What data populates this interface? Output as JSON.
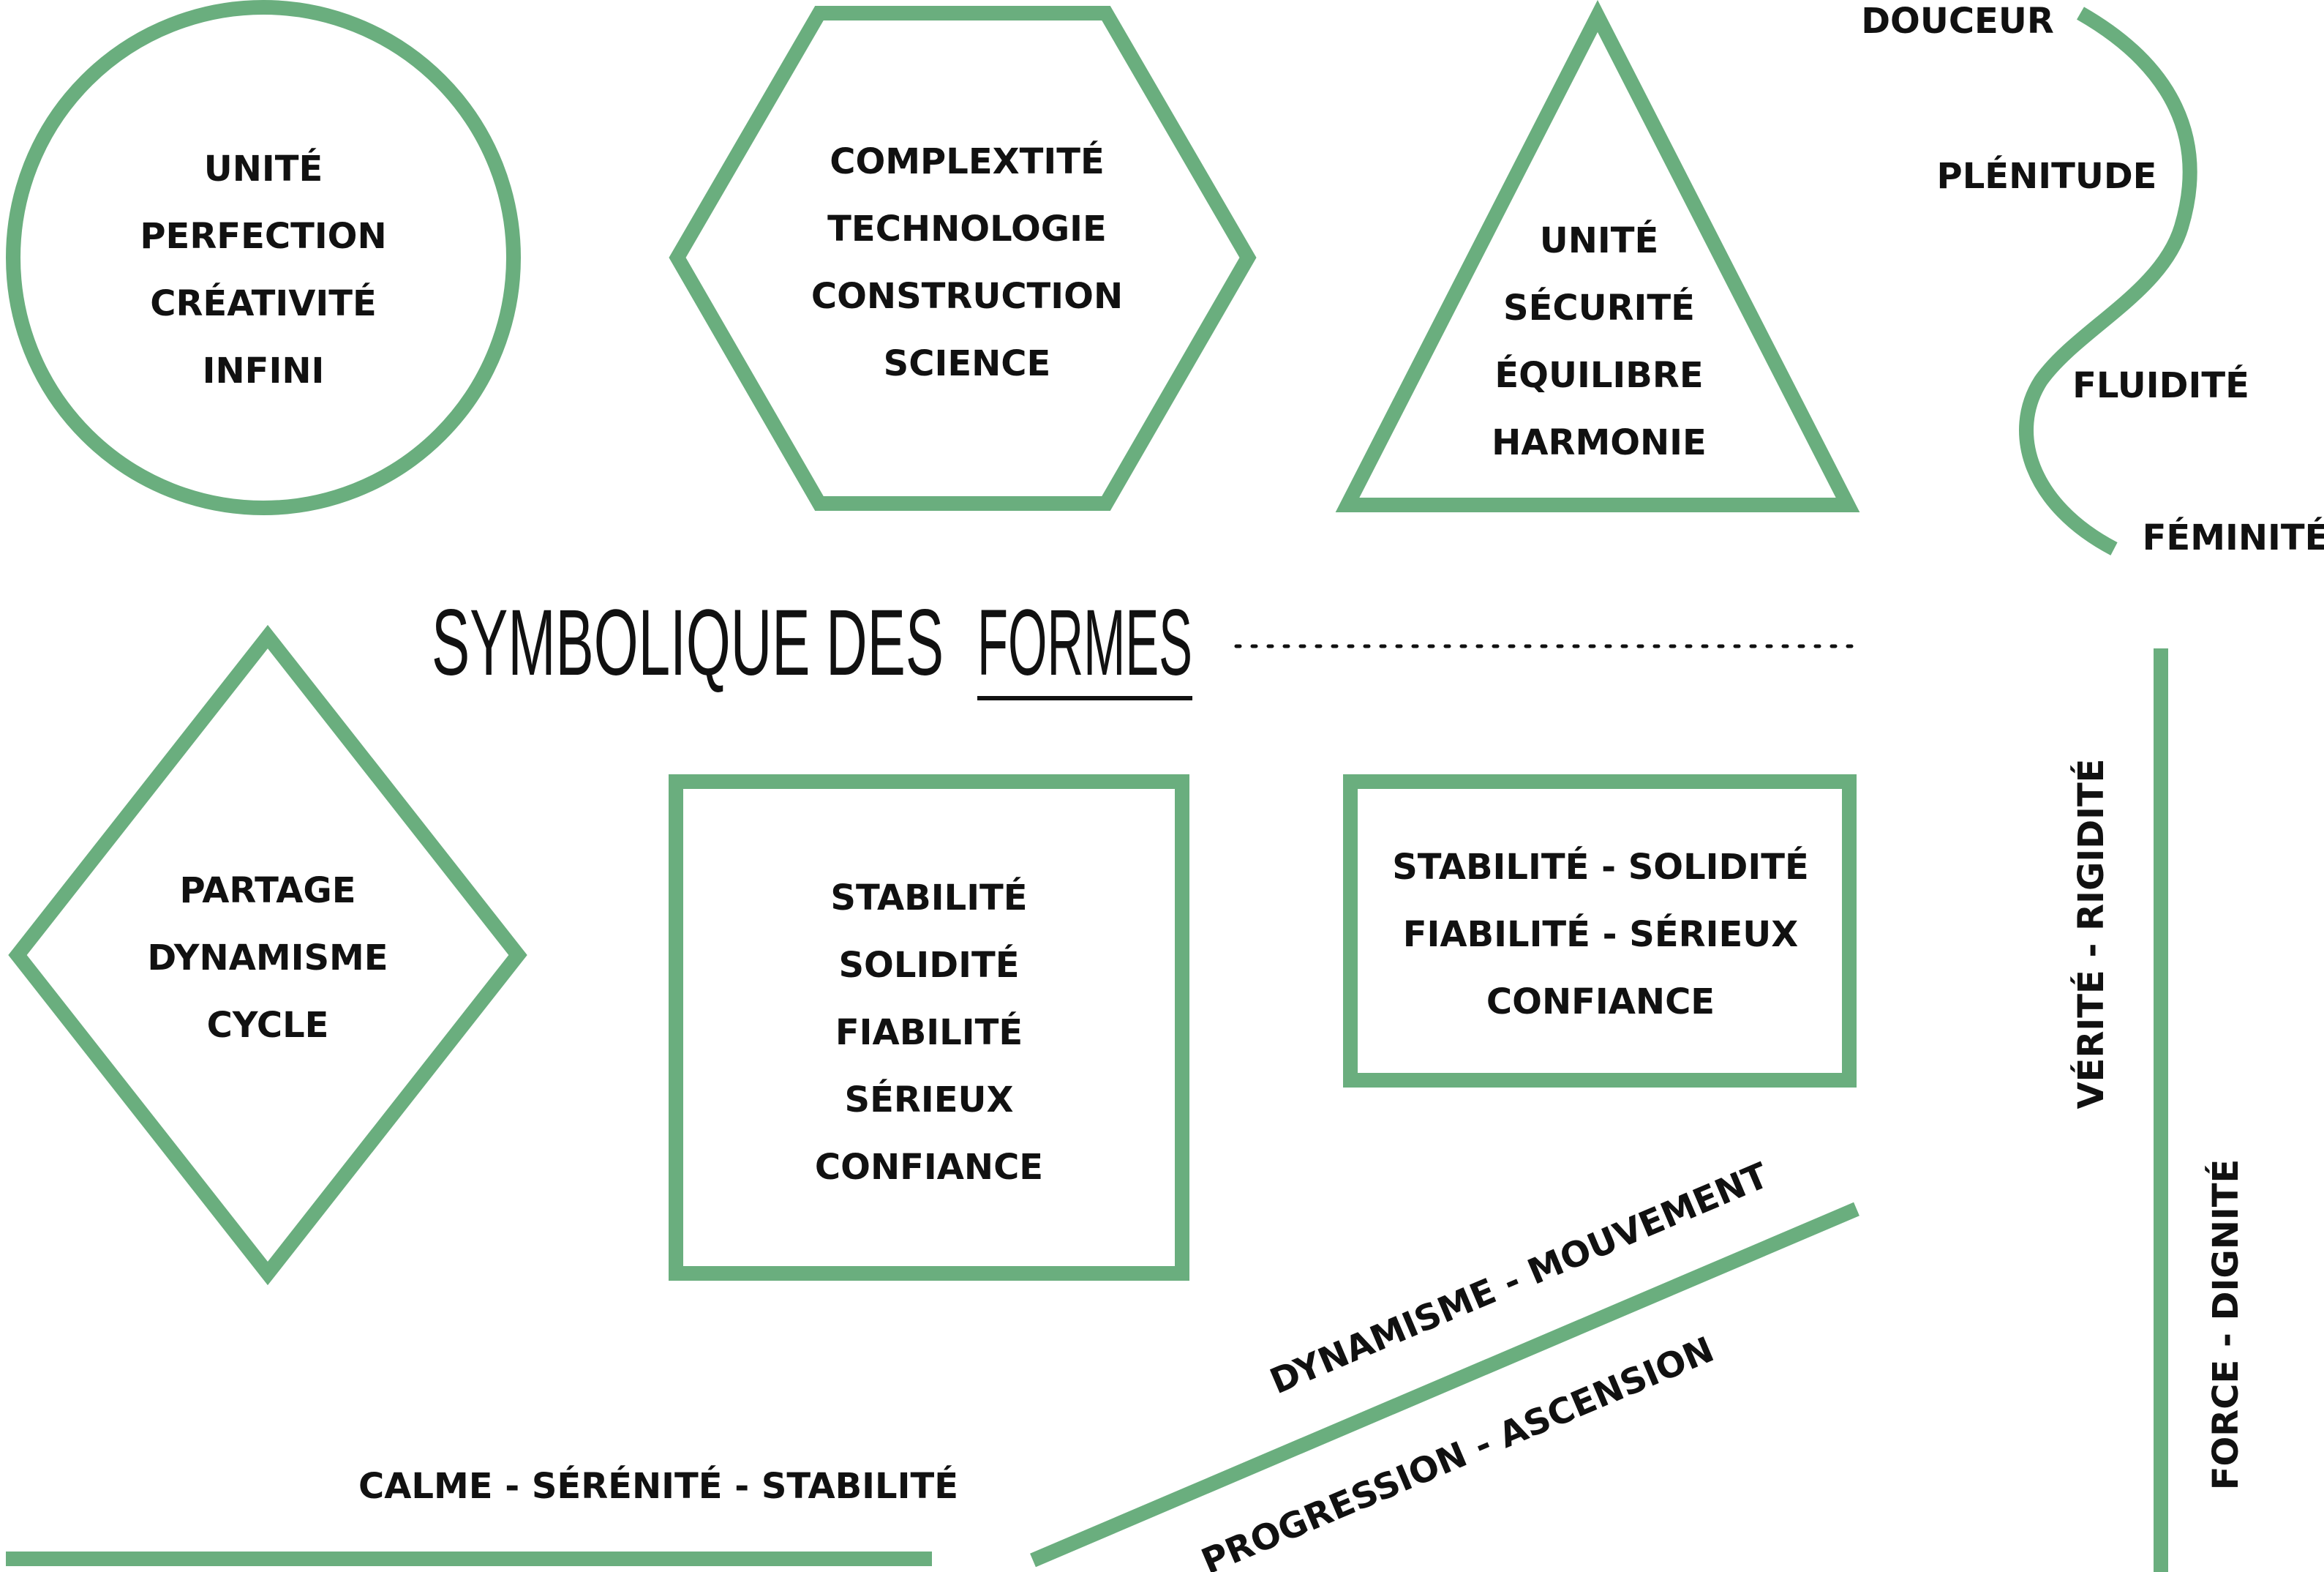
{
  "colors": {
    "accent": "#6aae7e",
    "text": "#111111"
  },
  "title": {
    "part1": "SYMBOLIQUE DES",
    "part2": "FORMES"
  },
  "circle": {
    "lines": [
      "UNITÉ",
      "PERFECTION",
      "CRÉATIVITÉ",
      "INFINI"
    ]
  },
  "hexagon": {
    "lines": [
      "COMPLEXTITÉ",
      "TECHNOLOGIE",
      "CONSTRUCTION",
      "SCIENCE"
    ]
  },
  "triangle": {
    "lines": [
      "UNITÉ",
      "SÉCURITÉ",
      "ÉQUILIBRE",
      "HARMONIE"
    ]
  },
  "curve": {
    "labels": [
      "DOUCEUR",
      "PLÉNITUDE",
      "FLUIDITÉ",
      "FÉMINITÉ"
    ]
  },
  "diamond": {
    "lines": [
      "PARTAGE",
      "DYNAMISME",
      "CYCLE"
    ]
  },
  "square": {
    "lines": [
      "STABILITÉ",
      "SOLIDITÉ",
      "FIABILITÉ",
      "SÉRIEUX",
      "CONFIANCE"
    ]
  },
  "rectangle": {
    "lines": [
      "STABILITÉ - SOLIDITÉ",
      "FIABILITÉ - SÉRIEUX",
      "CONFIANCE"
    ]
  },
  "vertical_line": {
    "upper": "VÉRITÉ - RIGIDITÉ",
    "lower": "FORCE - DIGNITÉ"
  },
  "diagonal_line": {
    "upper": "DYNAMISME - MOUVEMENT",
    "lower": "PROGRESSION - ASCENSION"
  },
  "horizontal_line": {
    "label": "CALME - SÉRÉNITÉ - STABILITÉ"
  }
}
